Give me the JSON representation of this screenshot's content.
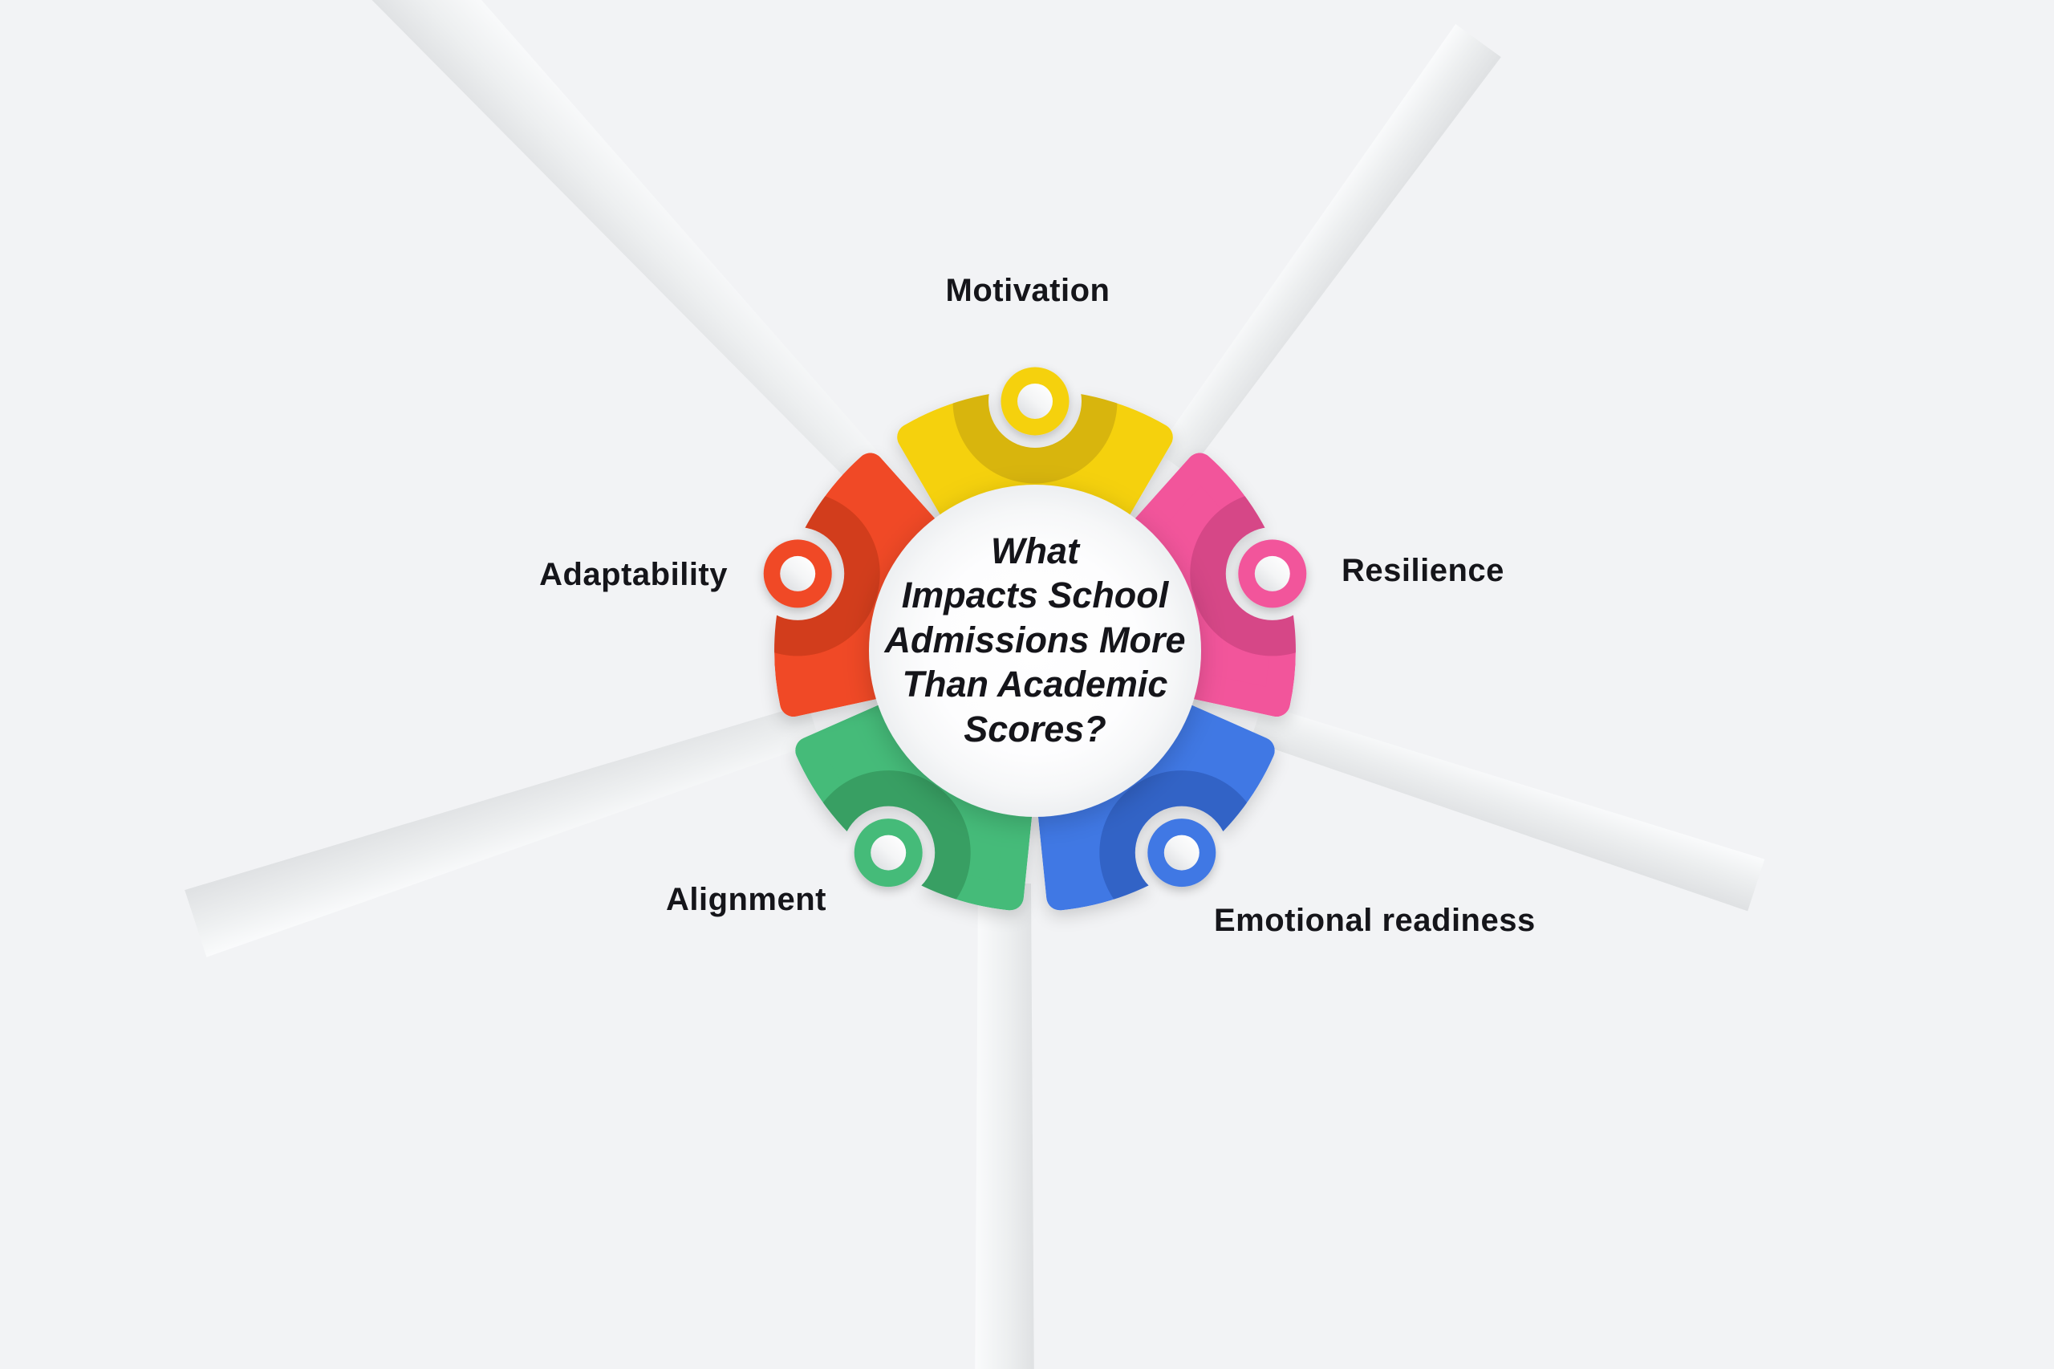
{
  "diagram": {
    "center_title": {
      "lines": [
        "What",
        "Impacts School",
        "Admissions More",
        "Than Academic",
        "Scores?"
      ]
    },
    "segments": [
      {
        "id": "motivation",
        "label": "Motivation",
        "color": "#F5D10E",
        "color_dark": "#D8B509"
      },
      {
        "id": "resilience",
        "label": "Resilience",
        "color": "#F2549B",
        "color_dark": "#D64687"
      },
      {
        "id": "emotional-readiness",
        "label": "Emotional readiness",
        "color": "#4078E4",
        "color_dark": "#3363C6"
      },
      {
        "id": "alignment",
        "label": "Alignment",
        "color": "#45BB79",
        "color_dark": "#379F63"
      },
      {
        "id": "adaptability",
        "label": "Adaptability",
        "color": "#F04A26",
        "color_dark": "#D23C1C"
      }
    ],
    "colors": {
      "background": "#F2F3F5",
      "text": "#15151A",
      "center_fill": "#FFFFFF",
      "ray_dark": "#DFE1E3",
      "ray_mid": "#EDEFF0",
      "ray_light": "#FAFBFC",
      "icon_hole_light": "#FFFFFF",
      "icon_hole_shade": "#DCDEE1"
    }
  }
}
